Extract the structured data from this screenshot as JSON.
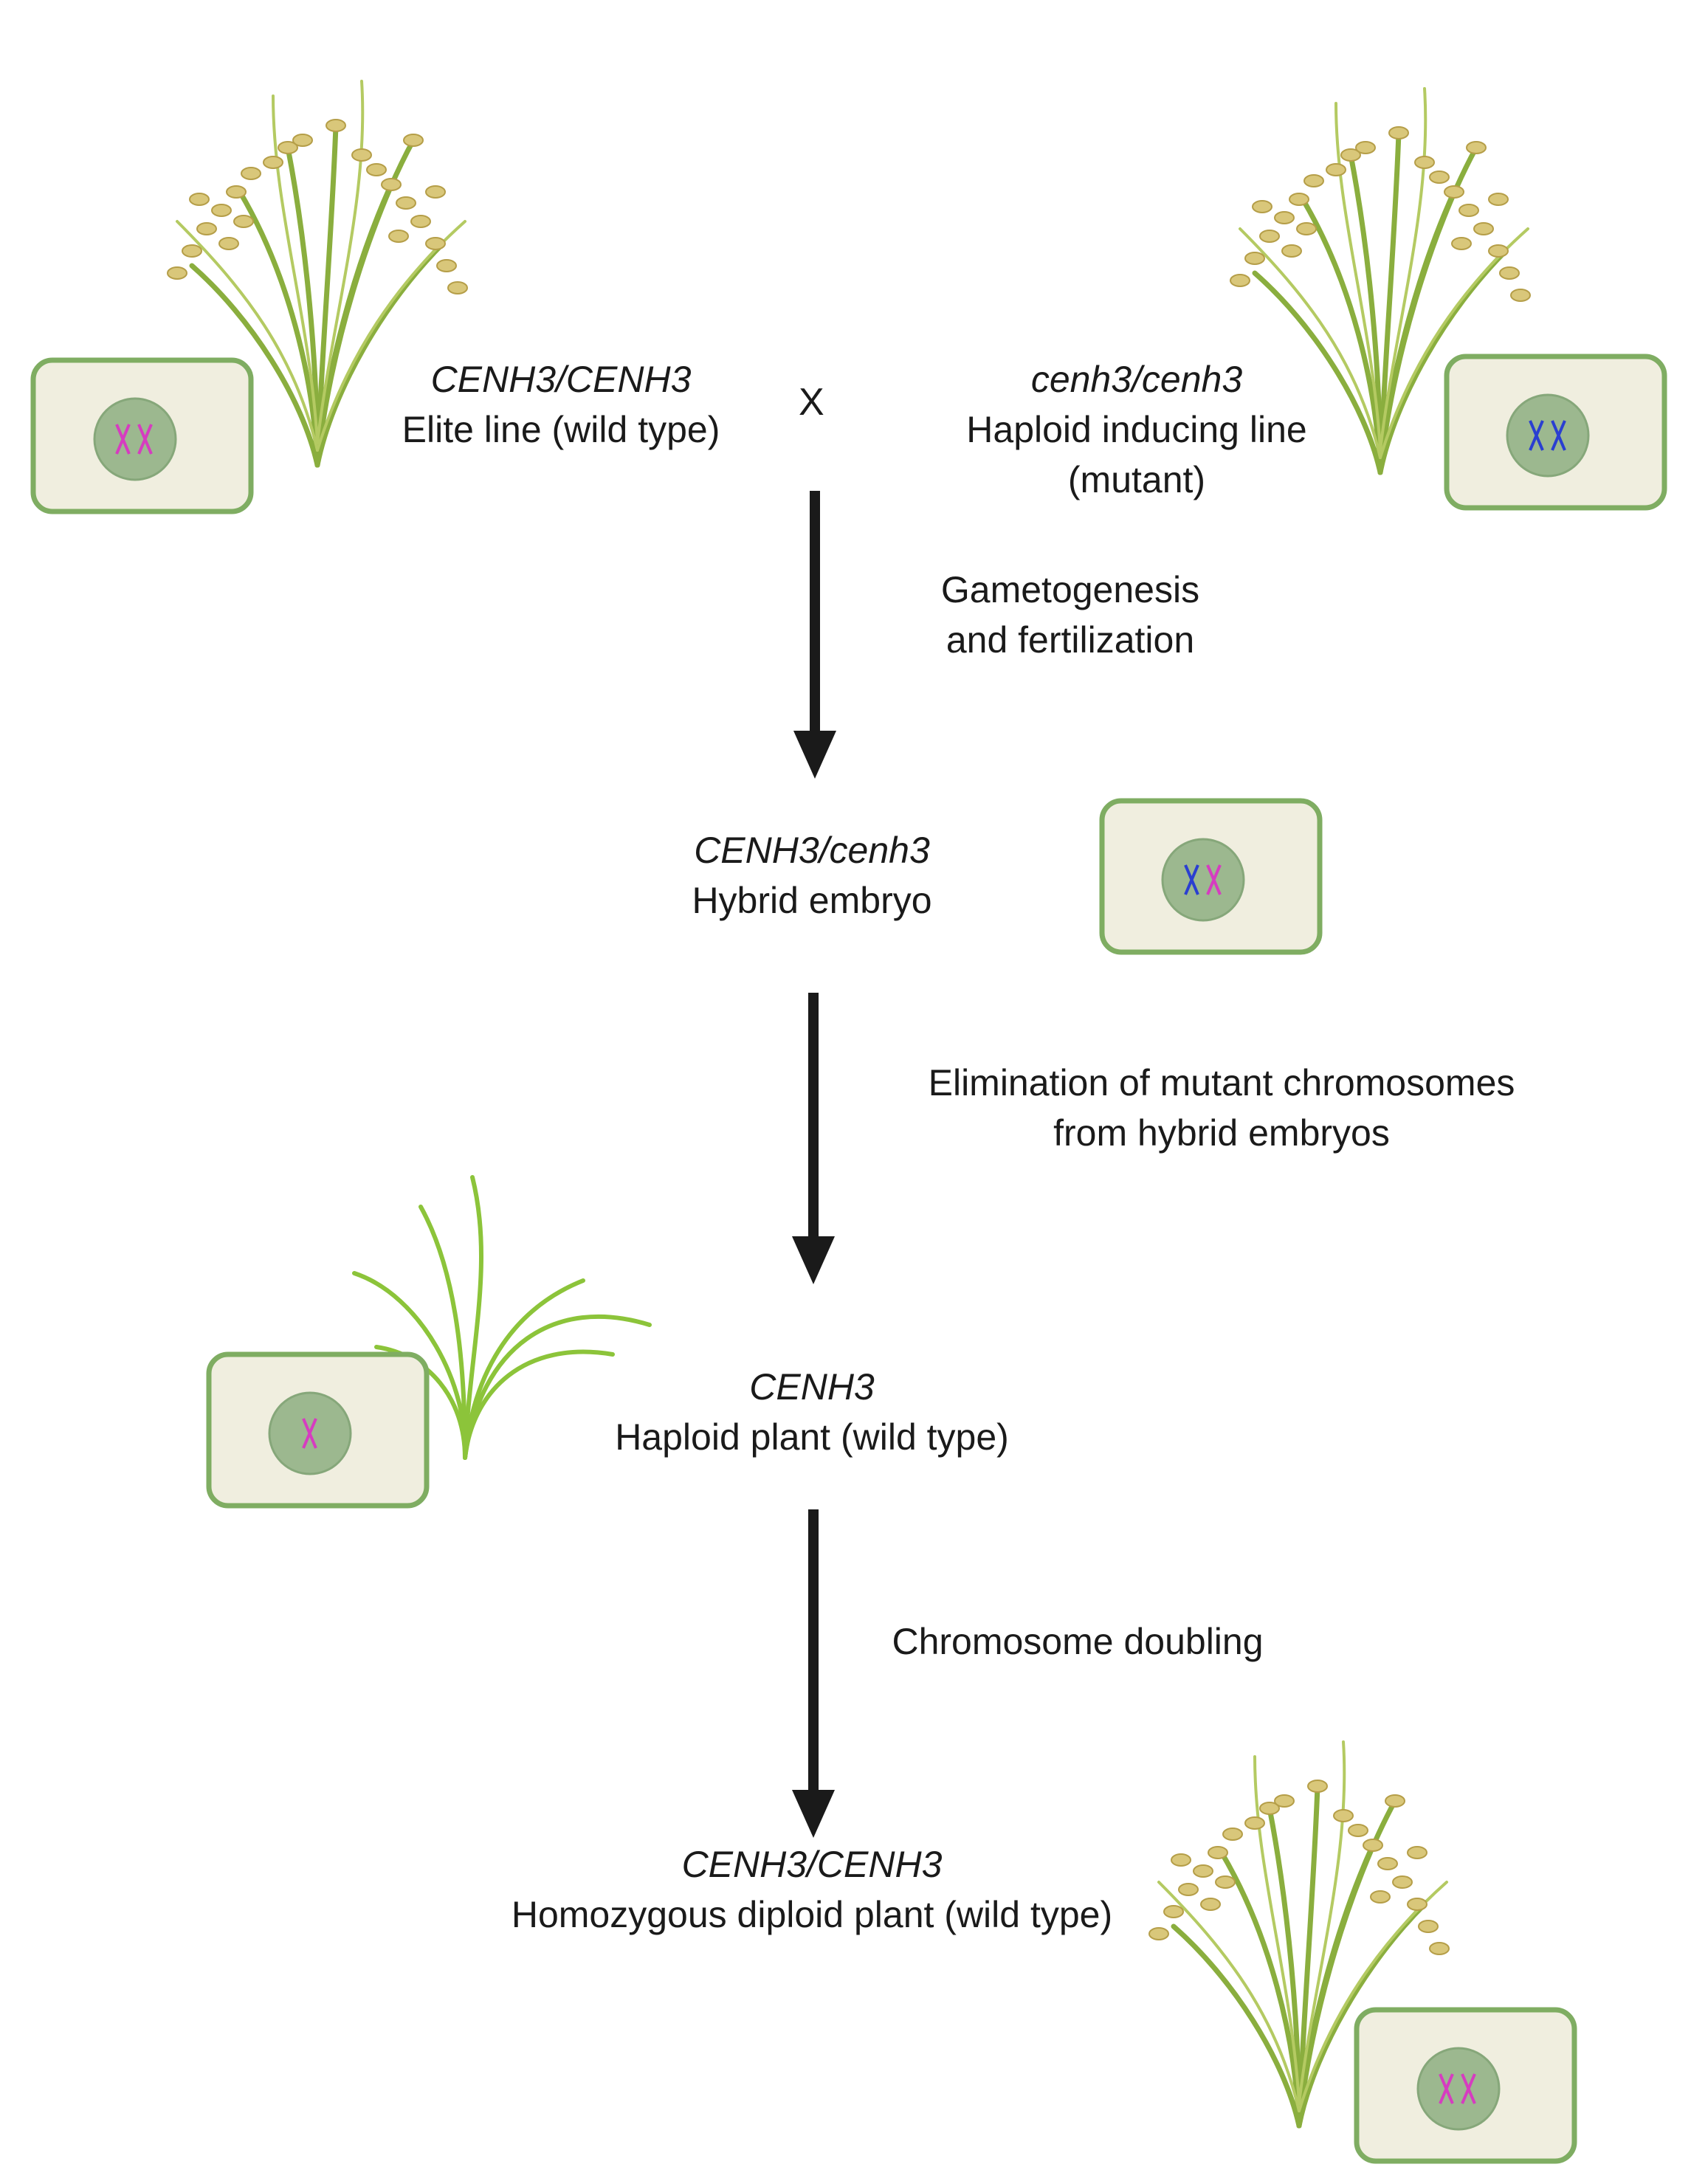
{
  "parents": {
    "elite": {
      "genotype": "CENH3/CENH3",
      "label": "Elite line (wild type)"
    },
    "cross_symbol": "X",
    "inducer": {
      "genotype": "cenh3/cenh3",
      "label_line1": "Haploid inducing line",
      "label_line2": "(mutant)"
    }
  },
  "steps": [
    {
      "line1": "Gametogenesis",
      "line2": "and fertilization"
    },
    {
      "line1": "Elimination of mutant chromosomes",
      "line2": "from hybrid embryos"
    },
    {
      "line1": "Chromosome doubling"
    }
  ],
  "stages": {
    "hybrid": {
      "genotype": "CENH3/cenh3",
      "label": "Hybrid embryo"
    },
    "haploid": {
      "genotype": "CENH3",
      "label": "Haploid plant (wild type)"
    },
    "diploid": {
      "genotype": "CENH3/CENH3",
      "label": "Homozygous diploid plant (wild type)"
    }
  },
  "colors": {
    "wild_type_chromosome": "#d63cc0",
    "mutant_chromosome": "#2a3fd1",
    "cell_fill": "#f0eedf",
    "cell_border": "#7fad62",
    "nucleus": "#9cb88f",
    "arrow": "#1a1a1a"
  },
  "icons": [
    "rice-plant-icon",
    "rice-seedling-icon",
    "cell-icon",
    "chromosome-icon",
    "down-arrow-icon"
  ]
}
